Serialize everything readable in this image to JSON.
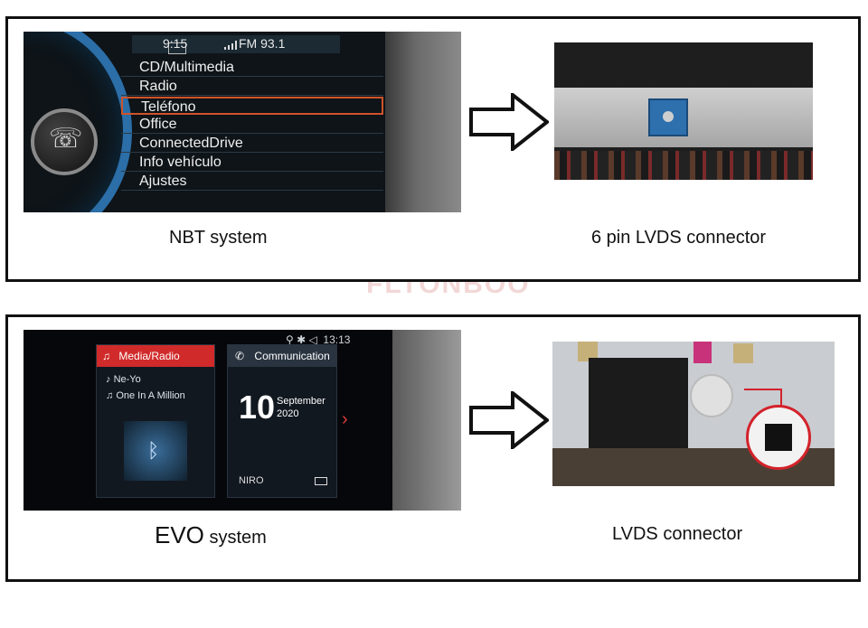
{
  "watermark": "FLTONBOO",
  "top_panel": {
    "nbt_screen": {
      "status_time": "9:15",
      "status_radio": "FM 93.1",
      "menu_items": [
        "CD/Multimedia",
        "Radio",
        "Teléfono",
        "Office",
        "ConnectedDrive",
        "Info vehículo",
        "Ajustes"
      ],
      "selected_item": "Teléfono"
    },
    "left_caption": "NBT  system",
    "right_caption": "6 pin LVDS connector"
  },
  "bottom_panel": {
    "evo_screen": {
      "status_time": "13:13",
      "card1_title": "Media/Radio",
      "artist": "Ne-Yo",
      "track": "One In A Million",
      "card2_title": "Communication",
      "day": "10",
      "month": "September",
      "year": "2020",
      "car_name": "NIRO"
    },
    "left_caption_big": "EVO",
    "left_caption_rest": " system",
    "right_caption": "LVDS connector"
  },
  "colors": {
    "panel_border": "#111111",
    "highlight": "#d0532a",
    "evo_red": "#d02a2a",
    "connector_blue": "#2e6fae",
    "callout_red": "#d3222b"
  },
  "icons": [
    "phone-icon",
    "arrow-right-icon",
    "bluetooth-icon",
    "music-note-icon",
    "chevron-right-icon",
    "battery-icon"
  ]
}
